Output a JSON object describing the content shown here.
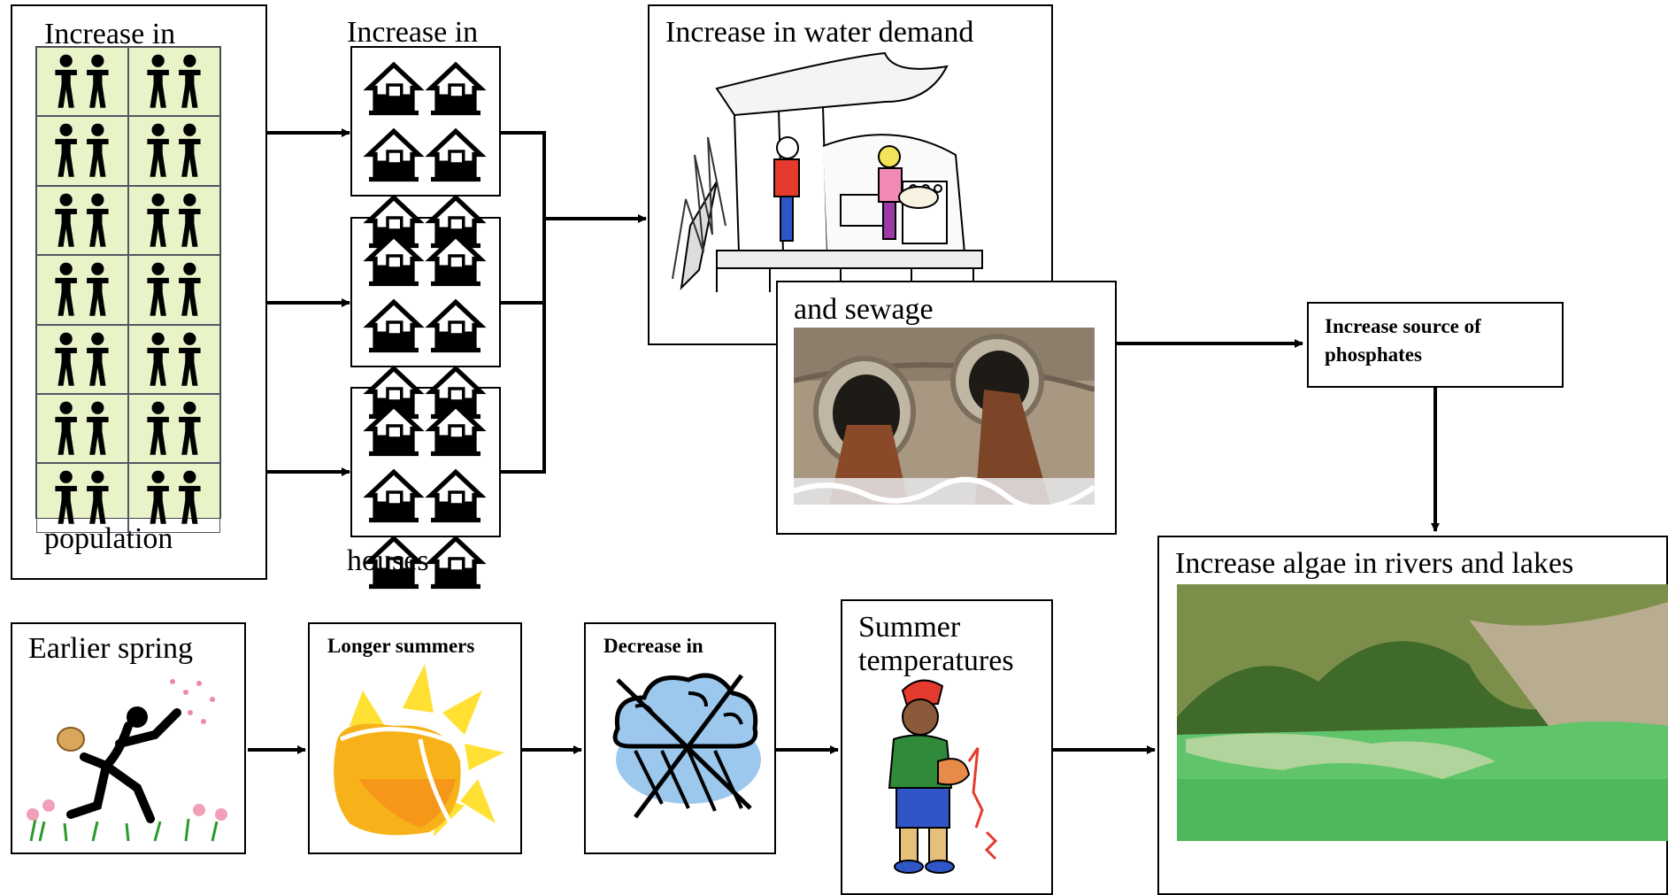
{
  "population": {
    "top_label": "Increase in",
    "bottom_label": "population"
  },
  "houses": {
    "top_label": "Increase in",
    "bottom_label": "houses"
  },
  "water": {
    "label": "Increase in water demand"
  },
  "sewage": {
    "label": "and sewage"
  },
  "phosphates": {
    "label": "Increase source of phosphates"
  },
  "algae": {
    "label": "Increase algae in rivers and lakes"
  },
  "spring": {
    "label": "Earlier spring"
  },
  "summers": {
    "label": "Longer summers"
  },
  "rainfall": {
    "label": "Decrease in"
  },
  "temperatures": {
    "label": "Summer temperatures"
  },
  "icons": [
    "person-icon",
    "house-icon",
    "sun-icon",
    "rain-cloud-icon",
    "pipes-icon"
  ],
  "colors": {
    "people_bg": "#e8f3c8",
    "algae_water": "#5fc46a",
    "sun": "#f7b21a",
    "cloud": "#9cc8ee"
  }
}
